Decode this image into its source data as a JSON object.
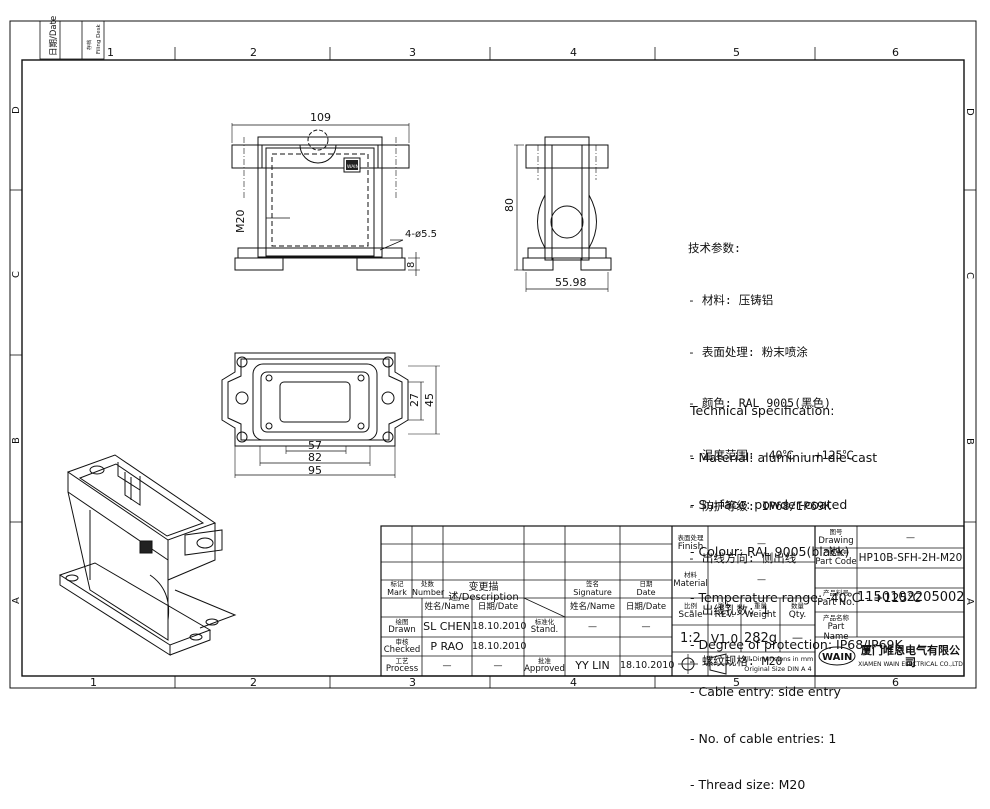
{
  "frame": {
    "columns_top": [
      "1",
      "2",
      "3",
      "4",
      "5",
      "6"
    ],
    "columns_bottom": [
      "1",
      "2",
      "3",
      "4",
      "5",
      "6"
    ],
    "rows": [
      "D",
      "C",
      "B",
      "A"
    ],
    "filing_tab": {
      "date_cn": "日期/Date",
      "filing_cn": "存档",
      "filing_en": "Filing Desk"
    }
  },
  "dims": {
    "front_width": "109",
    "thread": "M20",
    "holes": "4-ø5.5",
    "foot_height": "8",
    "side_height": "80",
    "side_width": "55.98",
    "top_57": "57",
    "top_82": "82",
    "top_95": "95",
    "top_27": "27",
    "top_45": "45"
  },
  "logo_text": "WAIN",
  "spec_cn": {
    "title": "技术参数:",
    "lines": [
      "- 材料: 压铸铝",
      "- 表面处理: 粉末喷涂",
      "- 颜色: RAL 9005(黑色)",
      "- 温度范围: -40℃ - +125℃",
      "- 防护等级: IP68/IP69K",
      "- 出线方向: 侧出线",
      "- 出线孔数: 1",
      "- 螺纹规格: M20"
    ]
  },
  "spec_en": {
    "title": "Technical specification:",
    "lines": [
      "- Material: aluminium die-cast",
      "- Surface: powder-coated",
      "- Colour: RAL 9005(black)",
      "- Temperature range: -40℃ - +125℃",
      "- Degree of protection: IP68/IP69K",
      "- Cable entry: side entry",
      "- No. of cable entries: 1",
      "- Thread size: M20"
    ]
  },
  "title_block": {
    "mark_cn": "标记",
    "mark_en": "Mark",
    "number_cn": "处数",
    "number_en": "Number",
    "desc_cn": "变更描述",
    "desc_en": "/Description",
    "sign_cn": "签名",
    "sign_en": "Signature",
    "date_cn": "日期",
    "date_en": "Date",
    "name_header": "姓名/Name",
    "date_header": "日期/Date",
    "name_header_2": "姓名/Name",
    "date_header_2": "日期/Date",
    "drawn_cn": "绘图",
    "drawn_en": "Drawn",
    "drawn_name": "SL CHEN",
    "drawn_date": "18.10.2010",
    "stand_cn": "标准化",
    "stand_en": "Stand.",
    "stand_name": "—",
    "stand_date": "—",
    "checked_cn": "审核",
    "checked_en": "Checked",
    "checked_name": "P RAO",
    "checked_date": "18.10.2010",
    "process_cn": "工艺",
    "process_en": "Process",
    "process_name": "—",
    "process_date": "—",
    "approved_cn": "批准",
    "approved_en": "Approved",
    "approved_name": "YY LIN",
    "approved_date": "18.10.2010",
    "finish_cn": "表面处理",
    "finish_en": "Finish",
    "finish_val": "—",
    "material_cn": "材料",
    "material_en": "Material",
    "material_val": "—",
    "scale_cn": "比例",
    "scale_en": "Scale",
    "scale_val": "1:2",
    "rev_cn": "版本",
    "rev_en": "REV.",
    "rev_val": "V1.0",
    "weight_cn": "重量",
    "weight_en": "Weight",
    "weight_val": "282g",
    "qty_cn": "数量",
    "qty_en": "Qty.",
    "qty_val": "—",
    "drawing_no_cn": "图号",
    "drawing_no_en": "Drawing No.",
    "drawing_no_val": "—",
    "part_code_cn": "产品代号",
    "part_code_en": "Part Code",
    "part_code_val": "HP10B-SFH-2H-M20",
    "part_no_cn": "产品料号",
    "part_no_en": "Part No.",
    "part_no_val": "1150102205002",
    "part_name_cn": "产品名称",
    "part_name_en": "Part Name",
    "dims_note_1": "All Dimensions in mm",
    "dims_note_2": "Original Size DIN A 4",
    "company_cn": "厦门唯恩电气有限公司",
    "company_en": "XIAMEN WAIN ELECTRICAL CO.,LTD",
    "logo": "WAIN"
  }
}
